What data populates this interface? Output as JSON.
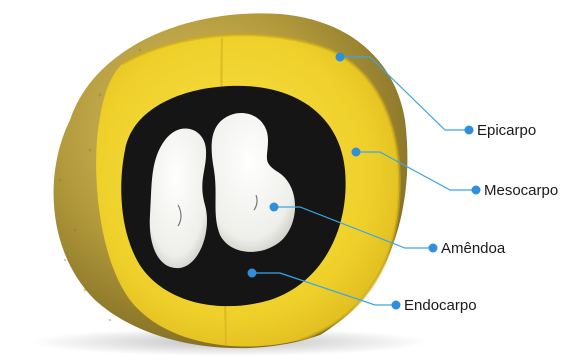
{
  "diagram": {
    "subject": "fruit cross-section",
    "labels": [
      {
        "id": "epicarpo",
        "text": "Epicarpo"
      },
      {
        "id": "mesocarpo",
        "text": "Mesocarpo"
      },
      {
        "id": "amendoa",
        "text": "Amêndoa"
      },
      {
        "id": "endocarpo",
        "text": "Endocarpo"
      }
    ]
  },
  "colors": {
    "leader_line": "#3aa6e6",
    "marker": "#2f8fdc",
    "epicarp": "#b39a3c",
    "mesocarp": "#f2d530",
    "endocarp": "#151515",
    "kernel": "#f2f2ee"
  }
}
